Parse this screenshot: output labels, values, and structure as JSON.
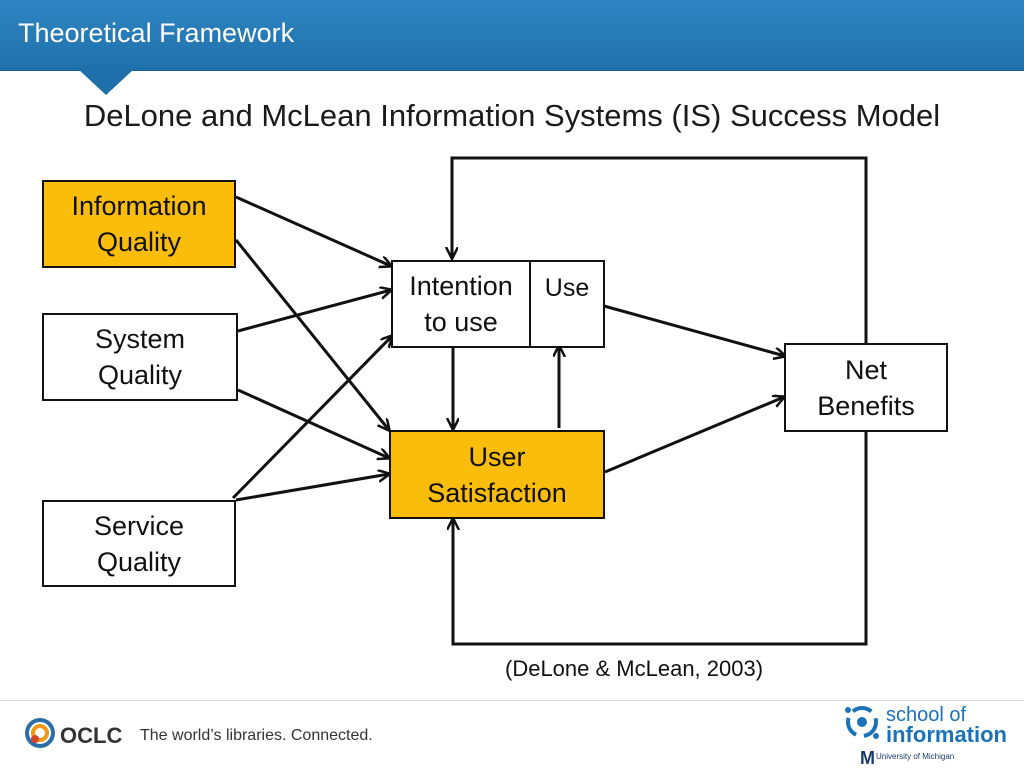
{
  "header": {
    "title": "Theoretical Framework"
  },
  "slide": {
    "title": "DeLone and McLean Information Systems (IS) Success Model"
  },
  "diagram": {
    "nodes": {
      "information_quality": {
        "line1": "Information",
        "line2": "Quality"
      },
      "system_quality": {
        "line1": "System",
        "line2": "Quality"
      },
      "service_quality": {
        "line1": "Service",
        "line2": "Quality"
      },
      "intention_to_use": {
        "line1": "Intention",
        "line2": "to use"
      },
      "use": {
        "label": "Use"
      },
      "user_satisfaction": {
        "line1": "User",
        "line2": "Satisfaction"
      },
      "net_benefits": {
        "line1": "Net",
        "line2": "Benefits"
      }
    },
    "colors": {
      "highlight": "#fbbd0c",
      "header": "#1f70aa",
      "line": "#111111"
    }
  },
  "citation": "(DeLone & McLean, 2003)",
  "footer": {
    "oclc": {
      "brand": "OCLC",
      "tagline": "The world’s libraries. Connected."
    },
    "school": {
      "line1": "school of",
      "line2": "information",
      "m": "M",
      "university": "University of Michigan"
    }
  }
}
